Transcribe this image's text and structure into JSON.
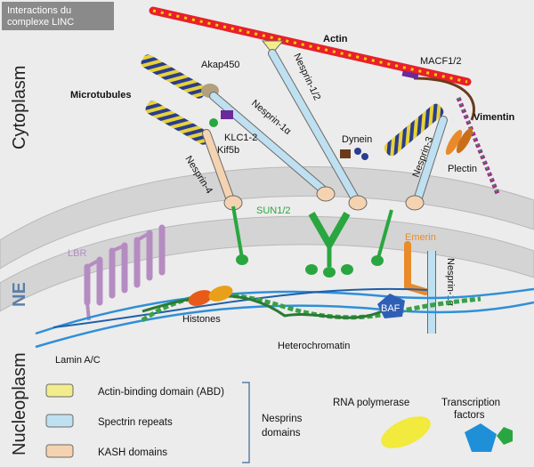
{
  "header": {
    "title_line1": "Interactions du",
    "title_line2": "complexe LINC"
  },
  "regions": {
    "cytoplasm": "Cytoplasm",
    "ne": "NE",
    "nucleoplasm": "Nucleoplasm"
  },
  "labels": {
    "actin": "Actin",
    "akap450": "Akap450",
    "microtubules": "Microtubules",
    "nesprin_1_2": "Nesprin-1/2",
    "nesprin_1a_top": "Nesprin-1α",
    "macf": "MACF1/2",
    "vimentin": "Vimentin",
    "klc": "KLC1-2",
    "kif5b": "Kif5b",
    "dynein": "Dynein",
    "nesprin_3": "Nesprin-3",
    "plectin": "Plectin",
    "nesprin_4": "Nesprin-4",
    "sun": "SUN1/2",
    "emerin": "Emerin",
    "lbr": "LBR",
    "histones": "Histones",
    "baf": "BAF",
    "nesprin_1a_bottom": "Nesprin-1α",
    "heterochromatin": "Heterochromatin",
    "lamin": "Lamin A/C"
  },
  "legend": {
    "items": [
      {
        "label": "Actin-binding domain (ABD)",
        "color": "#f3ec8c"
      },
      {
        "label": "Spectrin repeats",
        "color": "#bfe0f0"
      },
      {
        "label": "KASH domains",
        "color": "#f5d3b0"
      }
    ],
    "group_label_line1": "Nesprins",
    "group_label_line2": "domains",
    "rna_polymerase": "RNA polymerase",
    "tf_line1": "Transcription",
    "tf_line2": "factors"
  },
  "colors": {
    "background": "#ececec",
    "membrane": "#d5d5d5",
    "actin": "#e8202a",
    "actin_dot": "#f6d200",
    "sun": "#2aa640",
    "lbr": "#b58cc2",
    "emerin": "#e98b2a",
    "baf": "#2f5fb5",
    "lamin": "#2f8fd8",
    "chromatin": "#3aa046",
    "histone": "#e85a1a",
    "microtubule_blue": "#2a3d8f",
    "microtubule_yellow": "#e7d23a",
    "vimentin": "#9c2a8c",
    "plectin": "#e88a2a",
    "rna_polymerase": "#f2ea3c",
    "tf_blue": "#1f8fd8",
    "tf_green": "#2aa640"
  }
}
